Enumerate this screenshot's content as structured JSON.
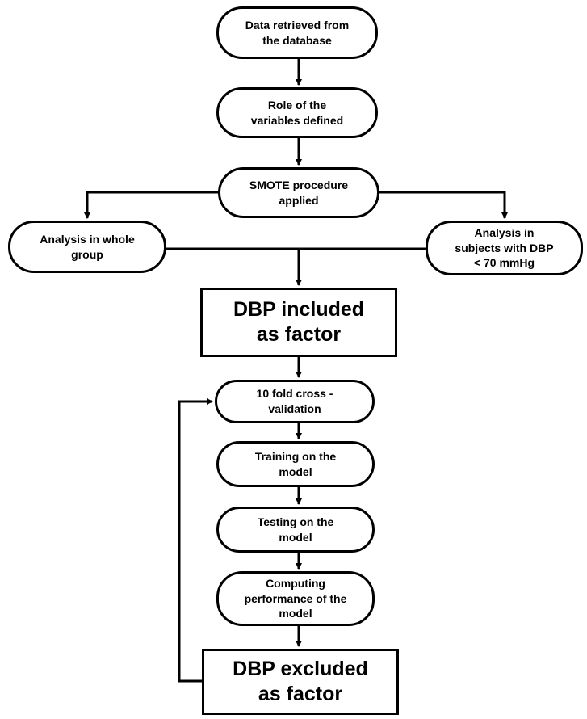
{
  "nodes": {
    "retrieve": {
      "label": "Data retrieved from\nthe database"
    },
    "role": {
      "label": "Role of the\nvariables defined"
    },
    "smote": {
      "label": "SMOTE procedure\napplied"
    },
    "whole": {
      "label": "Analysis in whole\ngroup"
    },
    "subjects": {
      "label": "Analysis in\nsubjects with DBP\n< 70 mmHg"
    },
    "included": {
      "label": "DBP included\nas factor"
    },
    "cv": {
      "label": "10 fold cross -\nvalidation"
    },
    "training": {
      "label": "Training on the\nmodel"
    },
    "testing": {
      "label": "Testing on the\nmodel"
    },
    "computing": {
      "label": "Computing\nperformance of the\nmodel"
    },
    "excluded": {
      "label": "DBP excluded\nas factor"
    }
  }
}
